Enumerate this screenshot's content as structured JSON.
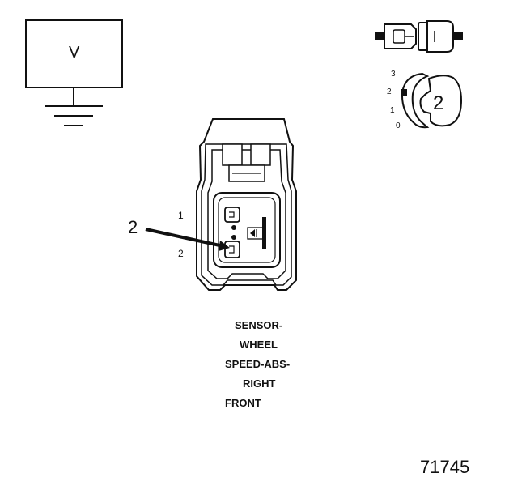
{
  "voltmeter": {
    "symbol": "V"
  },
  "connector_key": {
    "positions": [
      "3",
      "2",
      "1",
      "0"
    ],
    "selected": "2"
  },
  "connector": {
    "pin_labels": [
      "1",
      "2"
    ],
    "callout": "2"
  },
  "caption": {
    "line1": "SENSOR-",
    "line2": "WHEEL",
    "line3": "SPEED-ABS-",
    "line4": "RIGHT",
    "line5": "FRONT"
  },
  "figure_number": "71745"
}
